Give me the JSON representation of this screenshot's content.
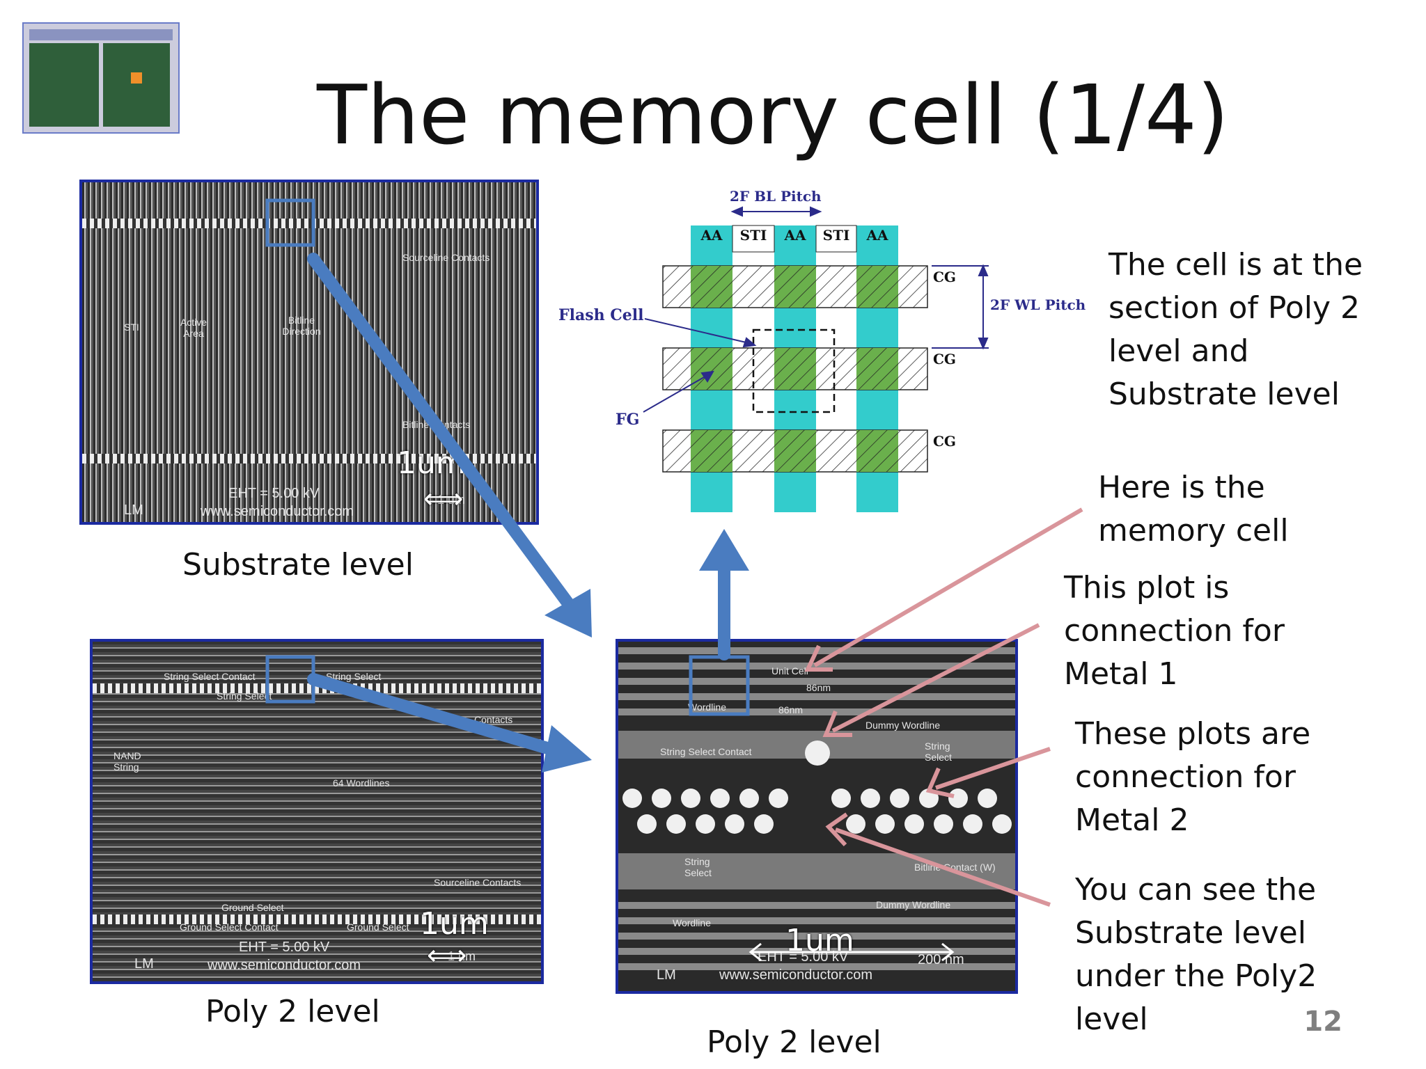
{
  "title": "The memory cell (1/4)",
  "page_number": "12",
  "left_top": {
    "caption": "Substrate level",
    "labels": {
      "sourceline": "Sourceline Contacts",
      "sti": "STI",
      "active_area": "Active Area",
      "bitline_direction": "Bitline Direction",
      "bitline_contacts": "Bitline Contacts",
      "eht": "EHT = 5.00 kV",
      "site": "www.semiconductor.com",
      "lm": "LM",
      "scale": "1 um"
    },
    "overlay_scale": "1um"
  },
  "left_bottom": {
    "caption": "Poly 2 level",
    "labels": {
      "ssc": "String Select Contact",
      "ss1": "String Select",
      "ss2": "String Select",
      "contacts": "Contacts",
      "nand": "NAND String",
      "wordlines": "64 Wordlines",
      "sourceline": "Sourceline Contacts",
      "gs": "Ground Select",
      "gsc": "Ground Select Contact",
      "gs2": "Ground Select",
      "eht": "EHT = 5.00 kV",
      "site": "www.semiconductor.com",
      "lm": "LM",
      "scale": "1 um"
    },
    "overlay_scale": "1um"
  },
  "right_bottom": {
    "caption": "Poly 2 level",
    "labels": {
      "unit_cell": "Unit Cell",
      "w86": "86nm",
      "h86": "86nm",
      "wordline": "Wordline",
      "dummy_top": "Dummy Wordline",
      "ssc": "String Select Contact",
      "ss_right": "String Select",
      "ss_left": "String Select",
      "bitline_contact": "Bitline Contact (W)",
      "dummy_bottom": "Dummy Wordline",
      "wordline2": "Wordline",
      "eht": "EHT = 5.00 kV",
      "scale": "200 nm",
      "site": "www.semiconductor.com",
      "lm": "LM"
    },
    "overlay_scale": "1um"
  },
  "diagram": {
    "bl_pitch": "2F BL Pitch",
    "wl_pitch": "2F WL Pitch",
    "flash_cell": "Flash Cell",
    "fg": "FG",
    "columns": [
      "AA",
      "STI",
      "AA",
      "STI",
      "AA"
    ],
    "cg": [
      "CG",
      "CG",
      "CG"
    ],
    "colors": {
      "aa": "#33cccc",
      "overlap": "#6ab04c",
      "label": "#2b2b8a"
    }
  },
  "notes": {
    "cell_section": "The cell is at the section of Poly 2 level and Substrate level",
    "here": "Here is the memory cell",
    "metal1": "This plot is connection for Metal 1",
    "metal2": "These plots are connection for Metal 2",
    "substrate": "You can see the Substrate level under the Poly2 level"
  },
  "colors": {
    "blue_arrow": "#4a7cc0",
    "pink_arrow": "#d9959b",
    "frame": "#1b2aa0"
  }
}
